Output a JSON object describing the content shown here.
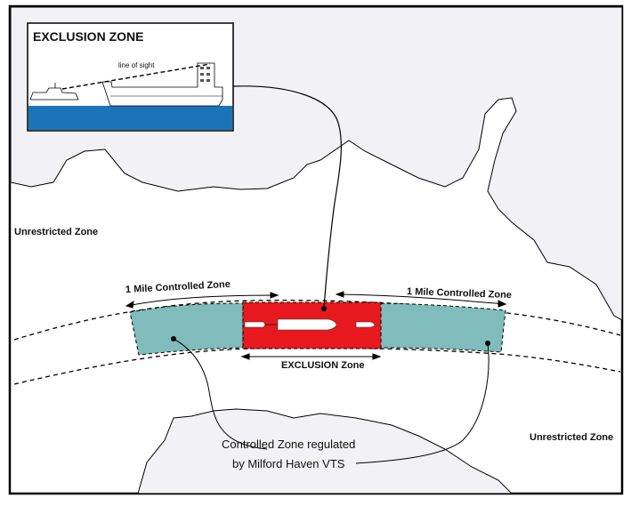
{
  "inset": {
    "title": "EXCLUSION ZONE",
    "line_of_sight": "line of sight"
  },
  "labels": {
    "unrestricted_left": "Unrestricted Zone",
    "unrestricted_right": "Unrestricted Zone",
    "controlled_left": "1 Mile Controlled Zone",
    "controlled_right": "1 Mile Controlled Zone",
    "exclusion": "EXCLUSION Zone",
    "caption_line1": "Controlled Zone regulated",
    "caption_line2": "by Milford Haven VTS"
  },
  "colors": {
    "land": "#f2f2f6",
    "sea": "#ffffff",
    "exclusion_zone": "#e8191e",
    "controlled_zone": "#7fbcbb",
    "inset_water": "#1c74b8"
  }
}
